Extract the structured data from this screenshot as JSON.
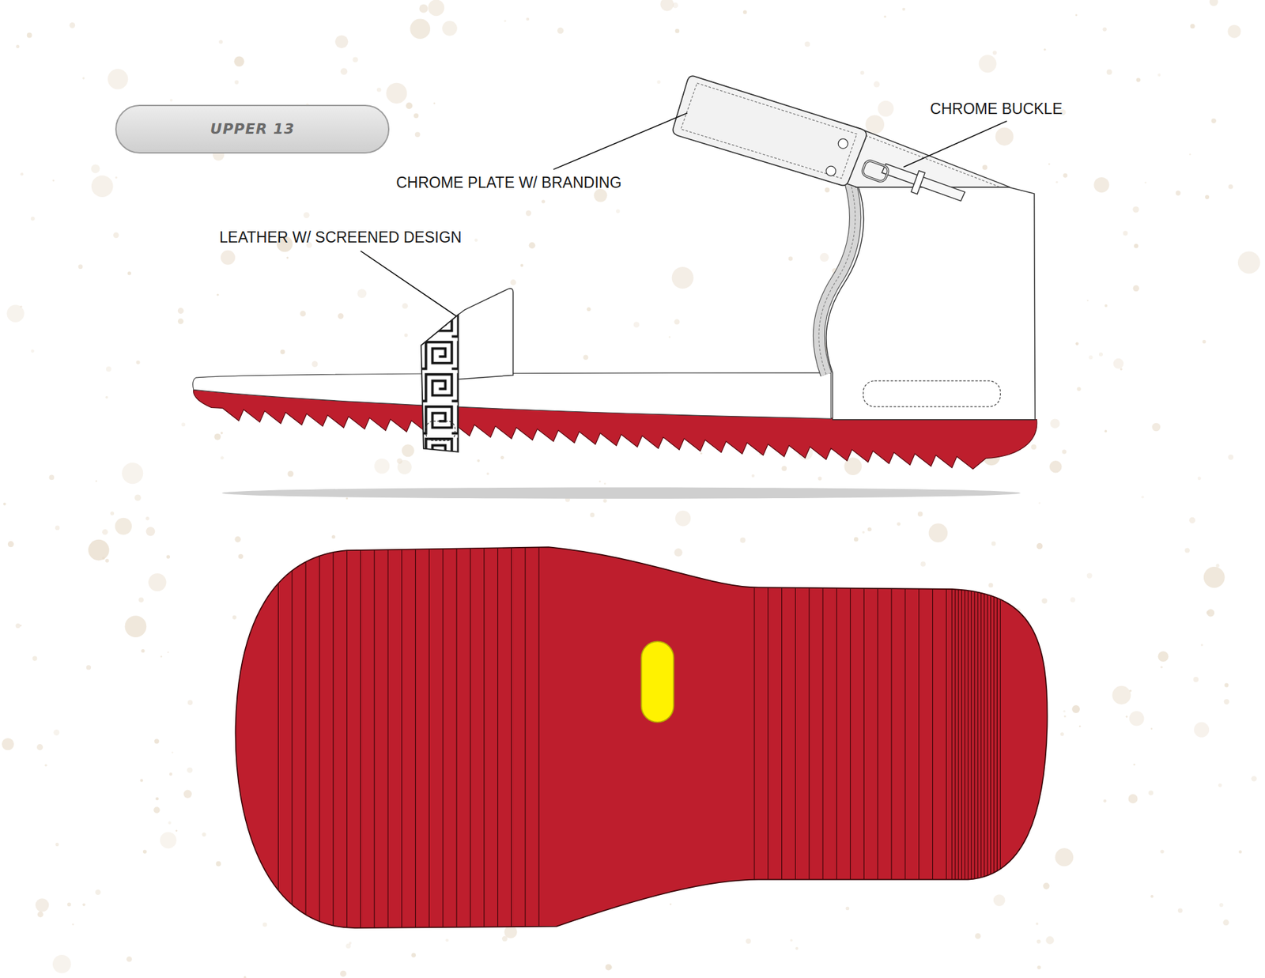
{
  "diagram": {
    "nodes": [
      {
        "text": [
          "UPPER 13"
        ]
      }
    ],
    "labels": [
      "CHROME BUCKLE",
      "CHROME PLATE W/ BRANDING",
      "LEATHER W/ SCREENED DESIGN"
    ]
  }
}
